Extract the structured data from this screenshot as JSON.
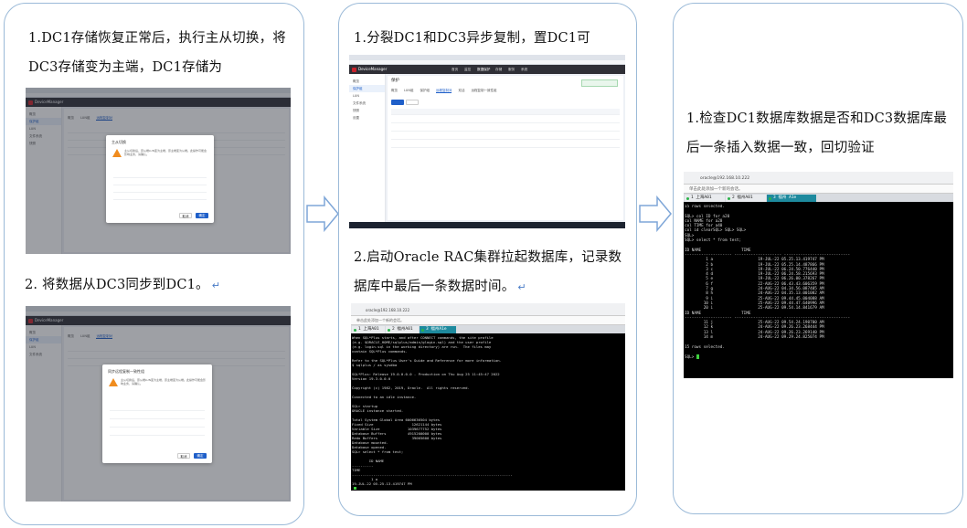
{
  "steps": {
    "s1": "1.DC1存储恢复正常后，执行主从切换，将DC3存储变为主端，DC1存储为",
    "s2": "2.  将数据从DC3同步到DC1。",
    "s3": "1.分裂DC1和DC3异步复制，置DC1可",
    "s4": "2.启动Oracle RAC集群拉起数据库，记录数据库中最后一条数据时间。",
    "s5": "1.检查DC1数据库数据是否和DC3数据库最后一条插入数据一致，回切验证",
    "return_mark": "↵"
  },
  "app_shot": {
    "brand": "DeviceManager",
    "nav_items": [
      "首页",
      "监控",
      "数据保护",
      "存储",
      "服务",
      "系统"
    ],
    "page_title": "保护",
    "side_items": [
      "概览",
      "保护组",
      "LUN",
      "文件系统",
      "快照",
      "设置"
    ],
    "tabs": [
      "概览",
      "LUN组",
      "保护组",
      "远程复制对",
      "双活",
      "远程复制一致性组"
    ],
    "dialog_title_1": "主从切换",
    "dialog_title_2": "同步远程复制一致性组",
    "dialog_text": "主从切换后，原从端LUN变为主端，原主端变为从端。此操作可能会影响业务，请确认。",
    "cancel": "取消",
    "ok": "确定"
  },
  "term_shot": {
    "path_1": "oracle@192.168.10.222",
    "path_2": "oracle@192.168.10.222",
    "hint": "单击此处添加一个新的会话。",
    "tabs": [
      "1 上海A01",
      "2 福州A01",
      "3 福州 A1e"
    ],
    "tabs_small": [
      "1 上海A01",
      "2 福州A01",
      "3 福州A1e"
    ],
    "lines_top": [
      "When SQL*Plus starts, and after CONNECT commands, the site profile",
      "(e.g. $ORACLE_HOME/sqlplus/admin/glogin.sql) and the user profile",
      "(e.g. login.sql in the working directory) are run.  The files may",
      "contain SQL*Plus commands.",
      "",
      "Refer to the SQL*Plus User's Guide and Reference for more information.",
      "$ sqlplus / as sysdba",
      "",
      "SQL*Plus: Release 19.0.0.0.0 - Production on Thu Aug 25 11:45:47 2022",
      "Version 19.3.0.0.0",
      "",
      "Copyright (c) 1982, 2019, Oracle.  All rights reserved.",
      "",
      "Connected to an idle instance.",
      "",
      "SQL> startup",
      "ORACLE instance started.",
      "",
      "Total System Global Area 6006636504 bytes",
      "Fixed Size                  12621144 bytes",
      "Variable Size             1039677752 bytes",
      "Database Buffers          4915200000 bytes",
      "Redo Buffers                39065600 bytes",
      "Database mounted.",
      "Database opened.",
      "SQL> select * from test;",
      "",
      "        ID NAME",
      "----------",
      "TIME",
      "---------------------------------------------------------------------------",
      "         1 a",
      "19-JUL-22 05.25.13.419747 PM",
      ""
    ],
    "lines_right": [
      "15 rows selected.",
      "",
      "SQL> col ID for a20",
      "col NAME for a20",
      "col TIME for a40",
      "col id clearSQL> SQL> SQL>",
      "SQL>",
      "SQL> select * from test;",
      "",
      "ID NAME                 TIME",
      "-------------------- -------------------- ----------------------------",
      "         1 a                   19-JUL-22 05.25.13.419747 PM",
      "         2 b                   19-JUL-22 05.25.14.487866 PM",
      "         3 c                   19-JUL-22 06.24.50.776440 PM",
      "         4 d                   19-JUL-22 06.24.58.215693 PM",
      "         5 e                   19-JUL-22 06.26.00.378267 PM",
      "         6 f                   22-AUG-22 06.43.43.606359 PM",
      "         7 g                   24-AUG-22 04.34.56.087405 AM",
      "         8 h                   24-AUG-22 04.35.13.001082 AM",
      "         9 i                   25-AUG-22 09.44.45.004088 AM",
      "        10 i                   25-AUG-22 09.44.47.640996 AM",
      "        20 i                   25-AUG-22 09.54.14.841679 AM",
      "ID NAME                 TIME",
      "-------------------- -------------------- ----------------------------",
      "        11 j                   25-AUG-22 09.54.24.190700 AM",
      "        12 k                   24-AUG-22 09.26.23.268444 PM",
      "        13 l                   24-AUG-22 09.26.23.269140 PM",
      "        14 m                   24-AUG-22 09.29.24.825074 PM",
      "",
      "15 rows selected.",
      "",
      "SQL> "
    ]
  },
  "colors": {
    "card_border": "#9bbad8",
    "arrow": "#7ea6d8",
    "accent": "#1f5fc9",
    "warn": "#f08c1e"
  }
}
